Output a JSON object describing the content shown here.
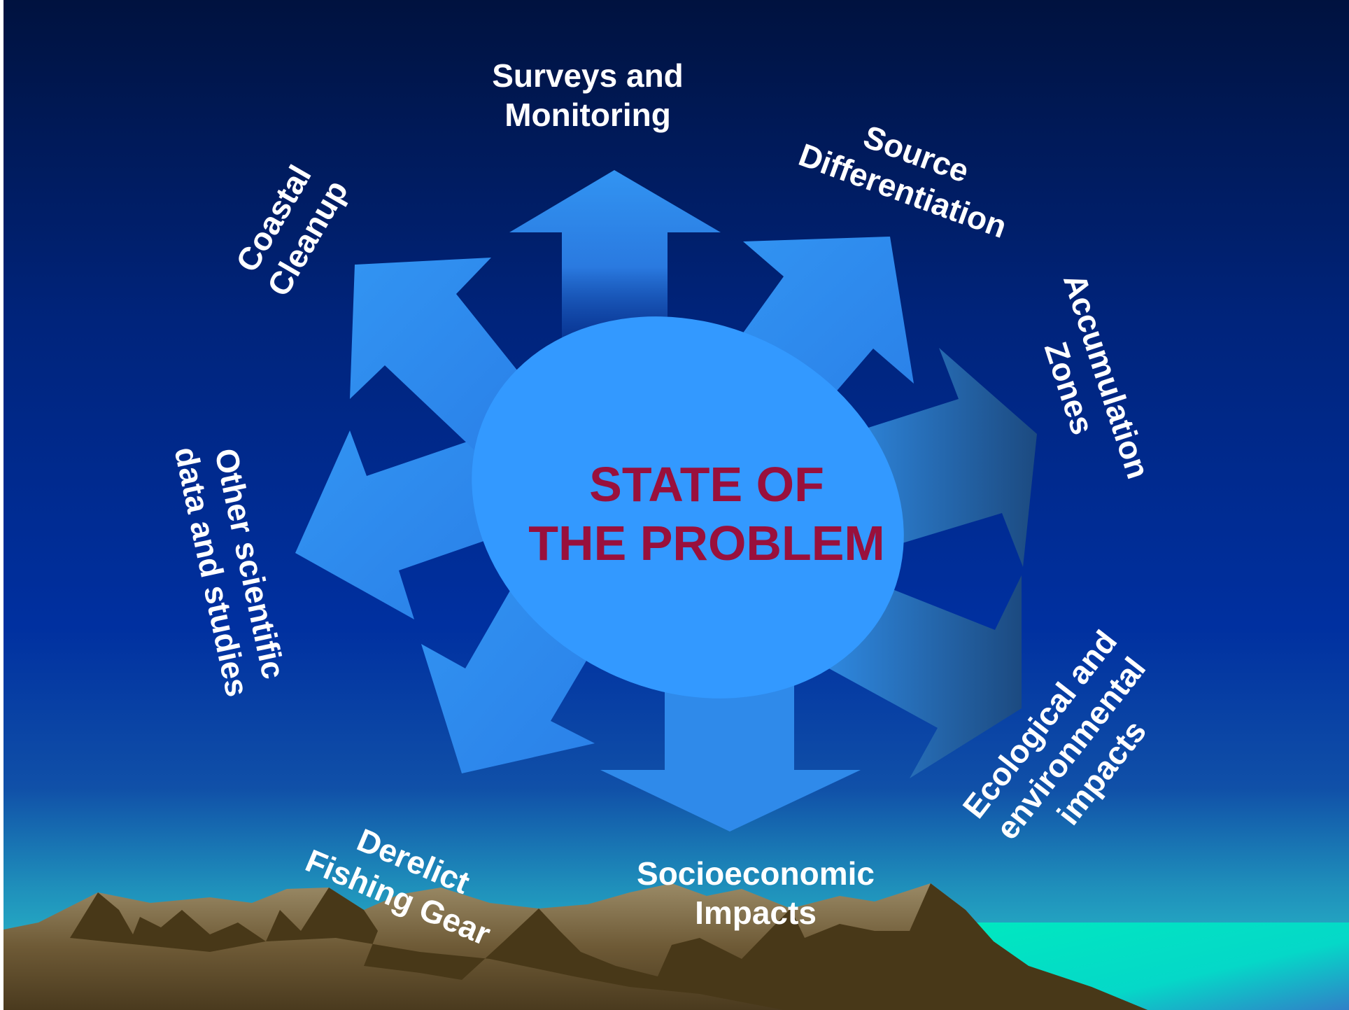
{
  "diagram": {
    "center_lines": [
      "STATE OF",
      "THE PROBLEM"
    ],
    "labels": {
      "surveys": [
        "Surveys and",
        "Monitoring"
      ],
      "source": [
        "Source",
        "Differentiation"
      ],
      "accumulation": [
        "Accumulation",
        "Zones"
      ],
      "ecological": [
        "Ecological and",
        "environmental",
        "impacts"
      ],
      "socioeconomic": [
        "Socioeconomic",
        "Impacts"
      ],
      "derelict": [
        "Derelict",
        "Fishing Gear"
      ],
      "other": [
        "Other scientific",
        "data and studies"
      ],
      "coastal": [
        "Coastal",
        "Cleanup"
      ]
    }
  },
  "colors": {
    "sky_top": "#001040",
    "sky_mid": "#00289a",
    "sea_glow": "#29b5c4",
    "arrow": "#3294f2",
    "ellipse": "#3399ff",
    "title": "#99103c",
    "label": "#ffffff",
    "mountain": "#4a3a1e",
    "water": "#00f0c8"
  }
}
